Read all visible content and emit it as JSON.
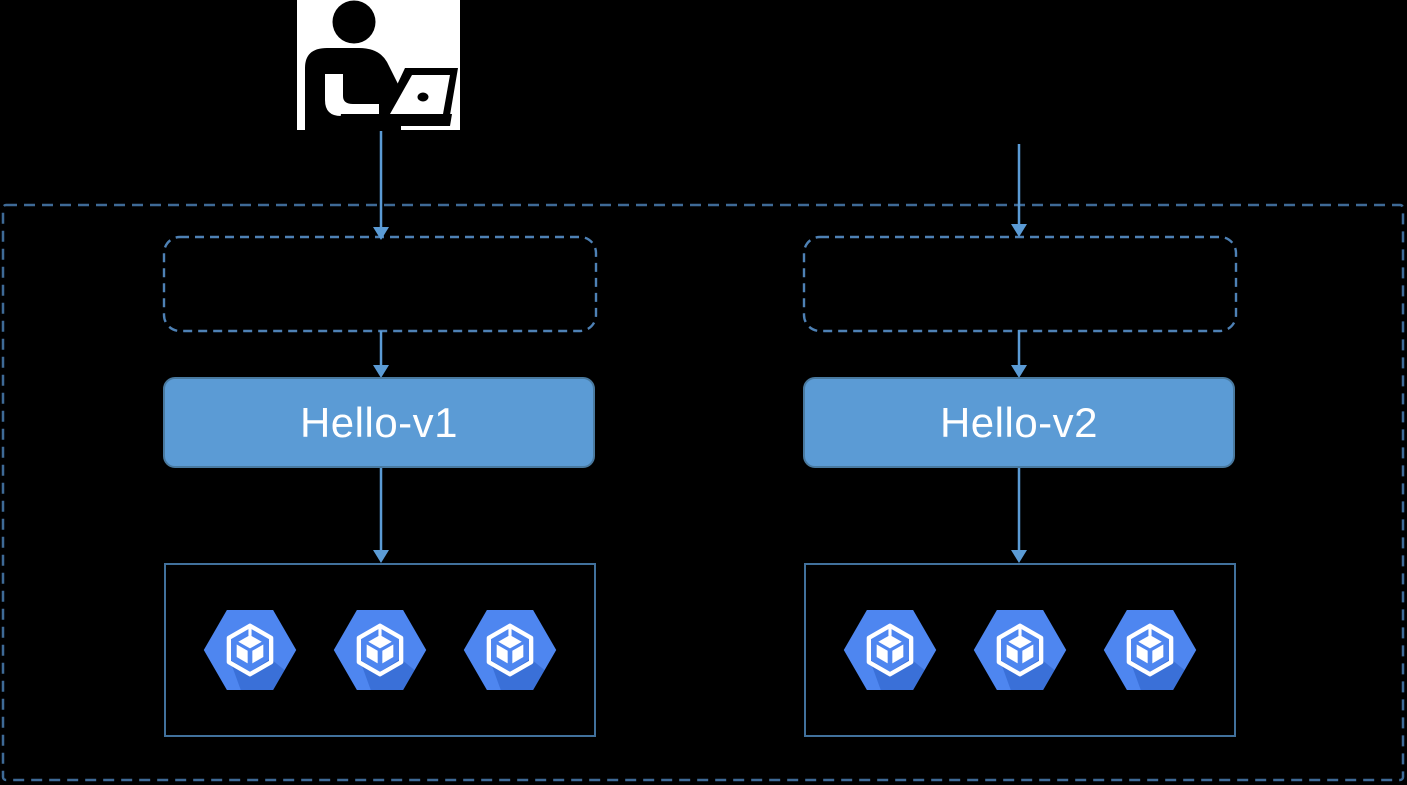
{
  "diagram": {
    "description_icons": {
      "user_icon": "person-at-laptop-icon",
      "node_icon": "gke-node-icon"
    },
    "groups": [
      {
        "deployment_label": "Hello-v1",
        "node_count": 3
      },
      {
        "deployment_label": "Hello-v2",
        "node_count": 3
      }
    ],
    "colors": {
      "background": "#000000",
      "arrow": "#5B9BD5",
      "deployment_fill": "#5B9BD5",
      "deployment_border": "#49799F",
      "deployment_text": "#FFFFFF",
      "cluster_border": "#3E6A96",
      "service_border": "#4E81B5",
      "node_box_border": "#41719C",
      "gke_hexagon_fill": "#4E86F0"
    }
  }
}
